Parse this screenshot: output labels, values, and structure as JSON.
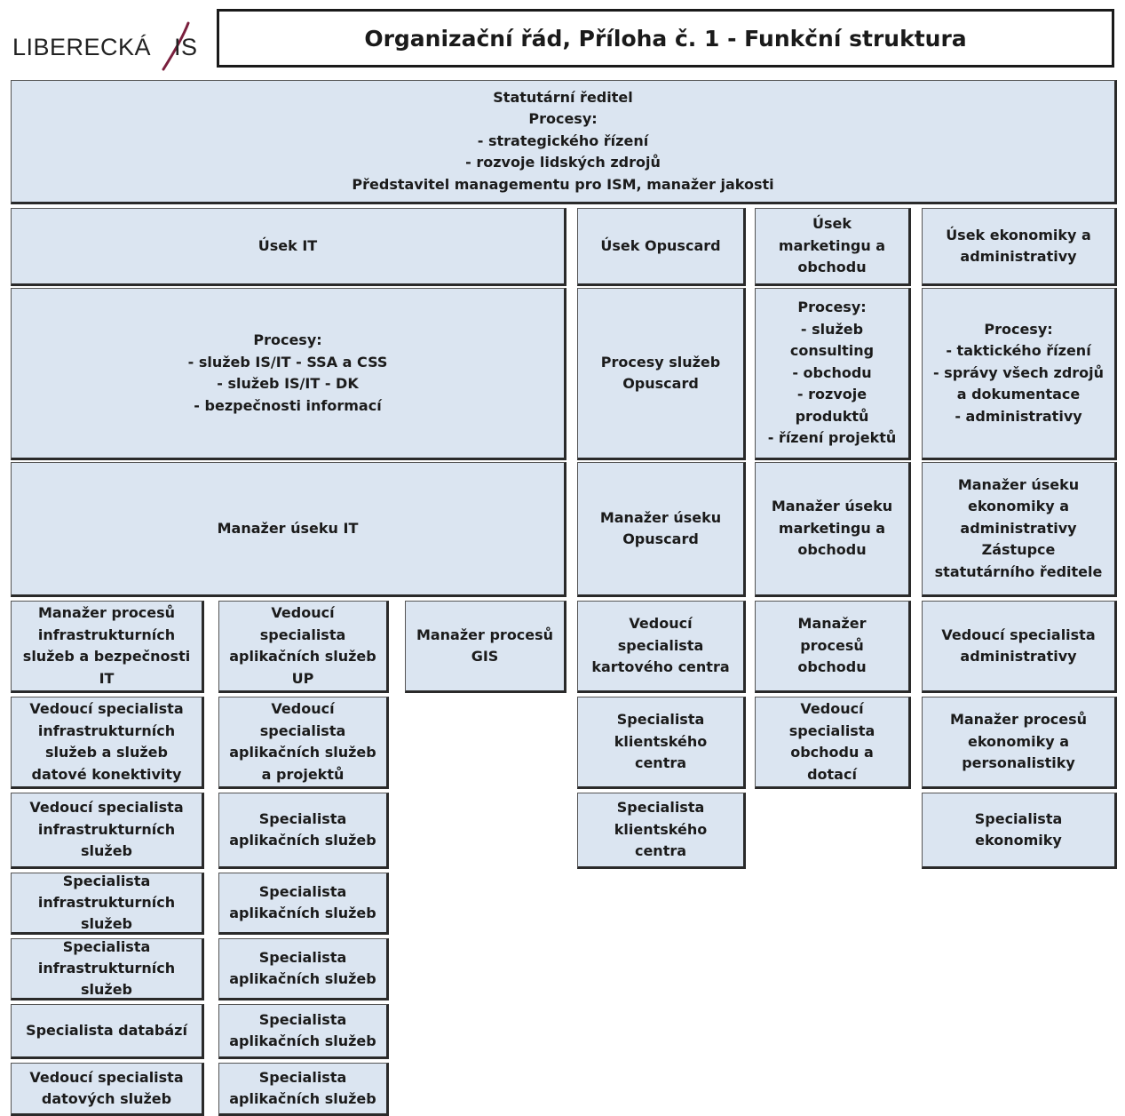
{
  "header": {
    "logo_text_left": "LIBERECKÁ",
    "logo_text_right": "IS",
    "title": "Organizační řád, Příloha č. 1 - Funkční struktura"
  },
  "colors": {
    "box_fill": "#dbe5f1",
    "box_border": "#2a2a2a",
    "text": "#1b1b1b",
    "logo_accent": "#7a1f3d"
  },
  "boxes": [
    {
      "id": "statutarni-reditel",
      "lines": [
        "Statutární ředitel",
        "Procesy:",
        "- strategického řízení",
        "- rozvoje lidských zdrojů",
        "Představitel managementu pro ISM, manažer jakosti"
      ]
    },
    {
      "id": "usek-it",
      "lines": [
        "Úsek IT"
      ]
    },
    {
      "id": "procesy-it",
      "lines": [
        "Procesy:",
        "- služeb IS/IT - SSA a CSS",
        "- služeb IS/IT - DK",
        "- bezpečnosti informací"
      ]
    },
    {
      "id": "manazer-useku-it",
      "lines": [
        "Manažer úseku IT"
      ]
    },
    {
      "id": "manazer-procesu-infrastruktury",
      "lines": [
        "Manažer procesů",
        "infrastrukturních",
        "služeb a bezpečnosti",
        "IT"
      ]
    },
    {
      "id": "vedouci-specialista-infra-dk",
      "lines": [
        "Vedoucí specialista",
        "infrastrukturních",
        "služeb a služeb",
        "datové konektivity"
      ]
    },
    {
      "id": "vedouci-specialista-infra",
      "lines": [
        "Vedoucí specialista",
        "infrastrukturních",
        "služeb"
      ]
    },
    {
      "id": "specialista-infra-1",
      "lines": [
        "Specialista",
        "infrastrukturních",
        "služeb"
      ]
    },
    {
      "id": "specialista-infra-2",
      "lines": [
        "Specialista",
        "infrastrukturních",
        "služeb"
      ]
    },
    {
      "id": "specialista-databazi",
      "lines": [
        "Specialista databází"
      ]
    },
    {
      "id": "vedouci-specialista-datovych",
      "lines": [
        "Vedoucí specialista",
        "datových služeb"
      ]
    },
    {
      "id": "vedouci-specialista-app-up",
      "lines": [
        "Vedoucí",
        "specialista",
        "aplikačních služeb",
        "UP"
      ]
    },
    {
      "id": "vedouci-specialista-app-projekty",
      "lines": [
        "Vedoucí",
        "specialista",
        "aplikačních služeb",
        "a projektů"
      ]
    },
    {
      "id": "specialista-app-1",
      "lines": [
        "Specialista",
        "aplikačních služeb"
      ]
    },
    {
      "id": "specialista-app-2",
      "lines": [
        "Specialista",
        "aplikačních služeb"
      ]
    },
    {
      "id": "specialista-app-3",
      "lines": [
        "Specialista",
        "aplikačních služeb"
      ]
    },
    {
      "id": "specialista-app-4",
      "lines": [
        "Specialista",
        "aplikačních služeb"
      ]
    },
    {
      "id": "specialista-app-5",
      "lines": [
        "Specialista",
        "aplikačních služeb"
      ]
    },
    {
      "id": "manazer-procesu-gis",
      "lines": [
        "Manažer procesů",
        "GIS"
      ]
    },
    {
      "id": "usek-opuscard",
      "lines": [
        "Úsek Opuscard"
      ]
    },
    {
      "id": "procesy-opuscard",
      "lines": [
        "Procesy služeb",
        "Opuscard"
      ]
    },
    {
      "id": "manazer-useku-opuscard",
      "lines": [
        "Manažer úseku",
        "Opuscard"
      ]
    },
    {
      "id": "vedouci-specialista-kartoveho",
      "lines": [
        "Vedoucí",
        "specialista",
        "kartového centra"
      ]
    },
    {
      "id": "specialista-klientskeho-1",
      "lines": [
        "Specialista",
        "klientského",
        "centra"
      ]
    },
    {
      "id": "specialista-klientskeho-2",
      "lines": [
        "Specialista",
        "klientského",
        "centra"
      ]
    },
    {
      "id": "usek-marketingu",
      "lines": [
        "Úsek",
        "marketingu a",
        "obchodu"
      ]
    },
    {
      "id": "procesy-marketingu",
      "lines": [
        "Procesy:",
        "- služeb",
        "consulting",
        "- obchodu",
        "- rozvoje",
        "produktů",
        "- řízení projektů"
      ]
    },
    {
      "id": "manazer-useku-marketingu",
      "lines": [
        "Manažer úseku",
        "marketingu a",
        "obchodu"
      ]
    },
    {
      "id": "manazer-procesu-obchodu",
      "lines": [
        "Manažer",
        "procesů",
        "obchodu"
      ]
    },
    {
      "id": "vedouci-specialista-obchodu",
      "lines": [
        "Vedoucí",
        "specialista",
        "obchodu a",
        "dotací"
      ]
    },
    {
      "id": "usek-ekonomiky",
      "lines": [
        "Úsek ekonomiky a",
        "administrativy"
      ]
    },
    {
      "id": "procesy-ekonomiky",
      "lines": [
        "Procesy:",
        "- taktického řízení",
        "- správy všech zdrojů",
        "a dokumentace",
        "- administrativy"
      ]
    },
    {
      "id": "manazer-useku-ekonomiky",
      "lines": [
        "Manažer úseku",
        "ekonomiky a",
        "administrativy",
        "Zástupce",
        "statutárního ředitele"
      ]
    },
    {
      "id": "vedouci-specialista-administrativy",
      "lines": [
        "Vedoucí specialista",
        "administrativy"
      ]
    },
    {
      "id": "manazer-procesu-ekonomiky",
      "lines": [
        "Manažer procesů",
        "ekonomiky a",
        "personalistiky"
      ]
    },
    {
      "id": "specialista-ekonomiky",
      "lines": [
        "Specialista",
        "ekonomiky"
      ]
    }
  ]
}
